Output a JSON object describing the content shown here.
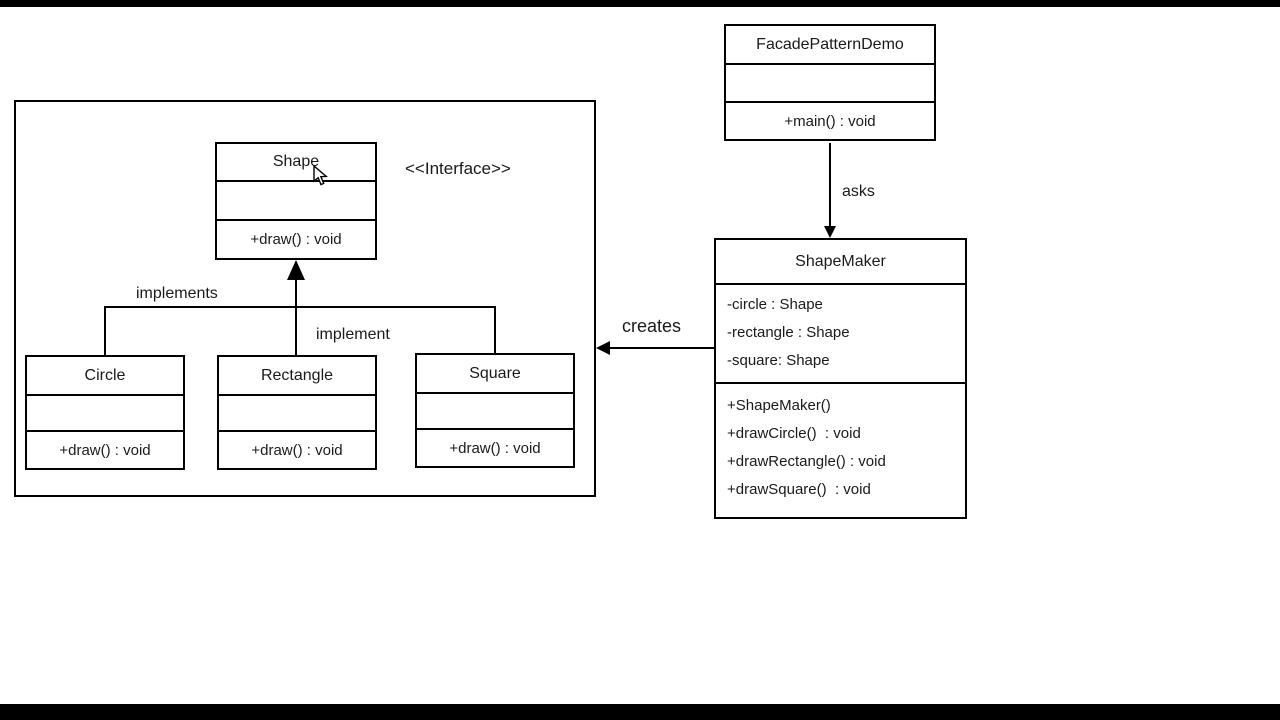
{
  "colors": {
    "background": "#ffffff",
    "line": "#000000",
    "text": "#1a1a1a",
    "letterbox": "#000000"
  },
  "classes": {
    "facade_demo": {
      "title": "FacadePatternDemo",
      "method": "+main() : void"
    },
    "shape_maker": {
      "title": "ShapeMaker",
      "attributes": [
        "-circle : Shape",
        "-rectangle : Shape",
        "-square: Shape"
      ],
      "methods": [
        "+ShapeMaker()",
        "+drawCircle()  : void",
        "+drawRectangle() : void",
        "+drawSquare()  : void"
      ]
    },
    "shape": {
      "title": "Shape",
      "stereotype": "<<Interface>>",
      "method": "+draw() : void"
    },
    "circle": {
      "title": "Circle",
      "method": "+draw() : void"
    },
    "rectangle": {
      "title": "Rectangle",
      "method": "+draw() : void"
    },
    "square": {
      "title": "Square",
      "method": "+draw() : void"
    }
  },
  "labels": {
    "asks": "asks",
    "creates": "creates",
    "implements": "implements",
    "implement": "implement"
  }
}
